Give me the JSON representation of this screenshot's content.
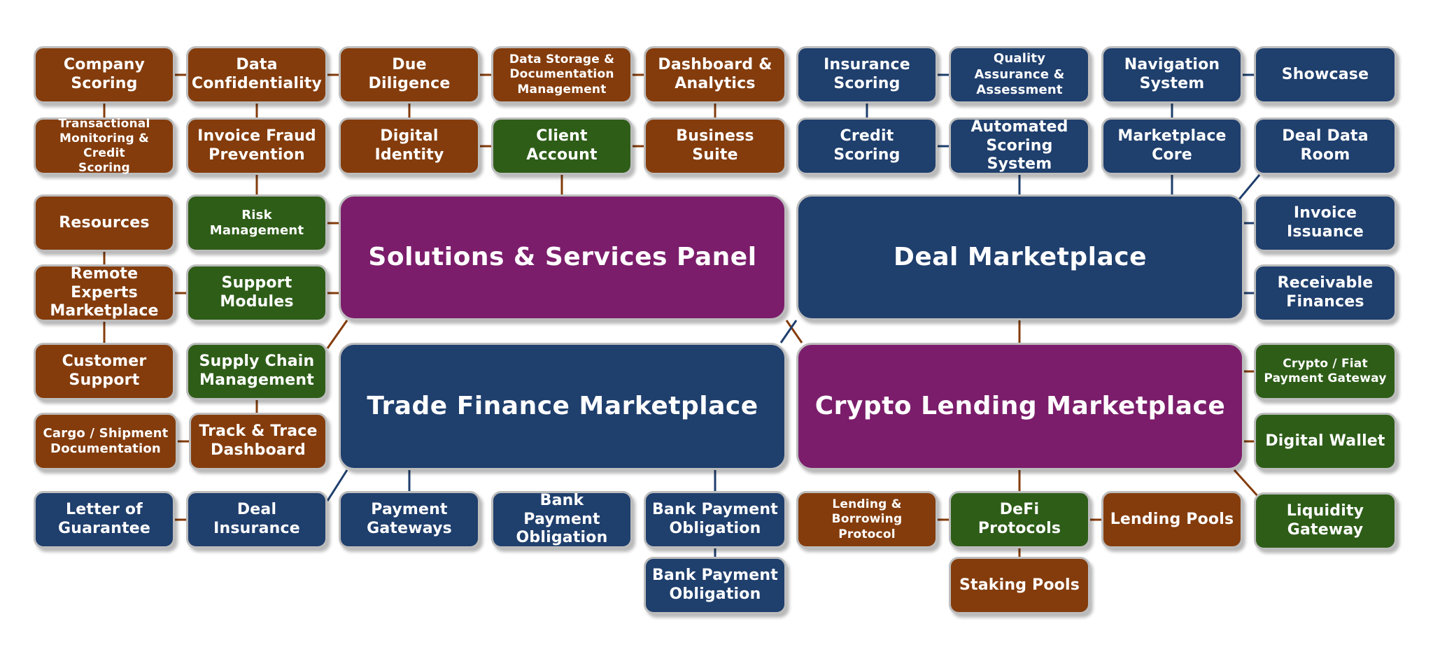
{
  "colors": {
    "brown": "#843c0c",
    "green": "#2e5d18",
    "navy": "#1f3f6d",
    "purple": "#7b1d6b",
    "border": "#bdbdbd"
  },
  "panels": {
    "solutions": "Solutions & Services Panel",
    "deal": "Deal Marketplace",
    "trade": "Trade Finance Marketplace",
    "crypto": "Crypto Lending Marketplace"
  },
  "modules": {
    "company_scoring": "Company\nScoring",
    "data_confidentiality": "Data\nConfidentiality",
    "due_diligence": "Due\nDiligence",
    "data_storage": "Data Storage &\nDocumentation\nManagement",
    "dashboard_analytics": "Dashboard &\nAnalytics",
    "transactional_monitoring": "Transactional\nMonitoring & Credit\nScoring",
    "invoice_fraud": "Invoice Fraud\nPrevention",
    "digital_identity": "Digital\nIdentity",
    "client_account": "Client\nAccount",
    "business_suite": "Business Suite",
    "resources": "Resources",
    "risk_management": "Risk\nManagement",
    "remote_experts": "Remote Experts\nMarketplace",
    "support_modules": "Support\nModules",
    "customer_support": "Customer\nSupport",
    "supply_chain": "Supply Chain\nManagement",
    "cargo_docs": "Cargo / Shipment\nDocumentation",
    "track_trace": "Track & Trace\nDashboard",
    "letter_guarantee": "Letter of\nGuarantee",
    "deal_insurance": "Deal Insurance",
    "payment_gateways": "Payment\nGateways",
    "bpo_1": "Bank Payment\nObligation",
    "bpo_2": "Bank Payment\nObligation",
    "bpo_3": "Bank Payment\nObligation",
    "insurance_scoring": "Insurance\nScoring",
    "quality_assurance": "Quality\nAssurance &\nAssessment",
    "navigation_system": "Navigation\nSystem",
    "showcase": "Showcase",
    "credit_scoring": "Credit\nScoring",
    "automated_scoring": "Automated\nScoring System",
    "marketplace_core": "Marketplace\nCore",
    "deal_data_room": "Deal Data\nRoom",
    "invoice_issuance": "Invoice\nIssuance",
    "receivable_finances": "Receivable\nFinances",
    "crypto_fiat_gateway": "Crypto / Fiat\nPayment Gateway",
    "digital_wallet": "Digital Wallet",
    "liquidity_gateway": "Liquidity\nGateway",
    "lending_borrowing": "Lending &\nBorrowing Protocol",
    "defi_protocols": "DeFi Protocols",
    "lending_pools": "Lending Pools",
    "staking_pools": "Staking Pools"
  }
}
